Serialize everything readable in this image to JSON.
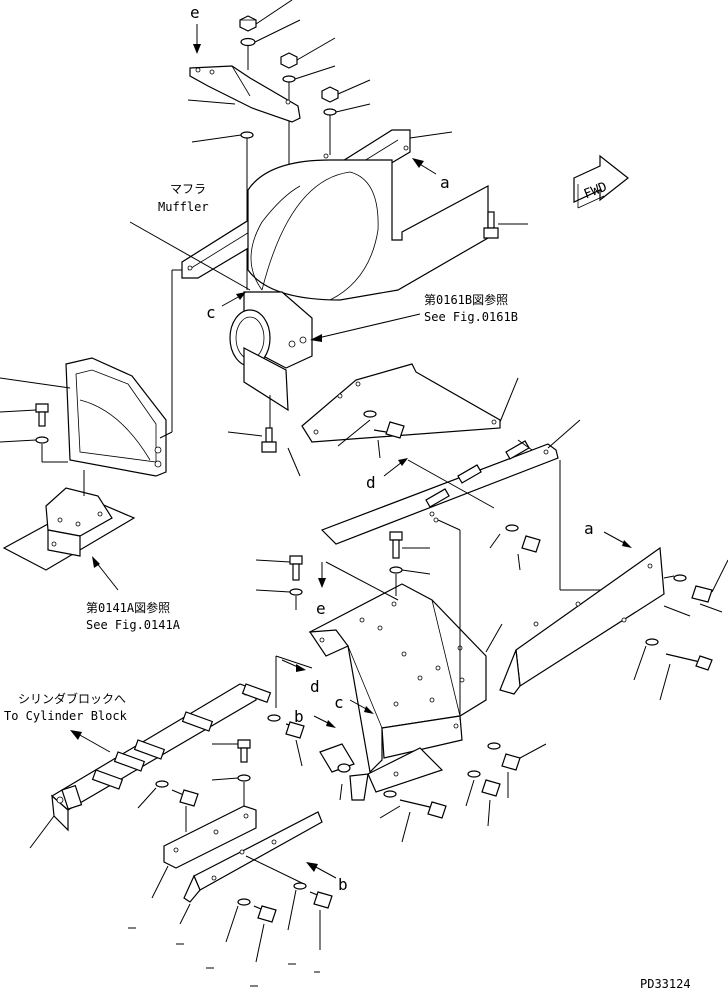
{
  "callouts": {
    "a1": "a",
    "a2": "a",
    "b1": "b",
    "b2": "b",
    "c1": "c",
    "c2": "c",
    "d1": "d",
    "d2": "d",
    "e1": "e",
    "e2": "e"
  },
  "labels": {
    "muffler_jp": "マフラ",
    "muffler_en": "Muffler",
    "fig0161b_jp": "第0161B図参照",
    "fig0161b_en": "See Fig.0161B",
    "fig0141a_jp": "第0141A図参照",
    "fig0141a_en": "See Fig.0141A",
    "cylinder_jp": "シリンダブロックへ",
    "cylinder_en": "To Cylinder Block",
    "fwd": "FWD",
    "drawing_no": "PD33124"
  }
}
